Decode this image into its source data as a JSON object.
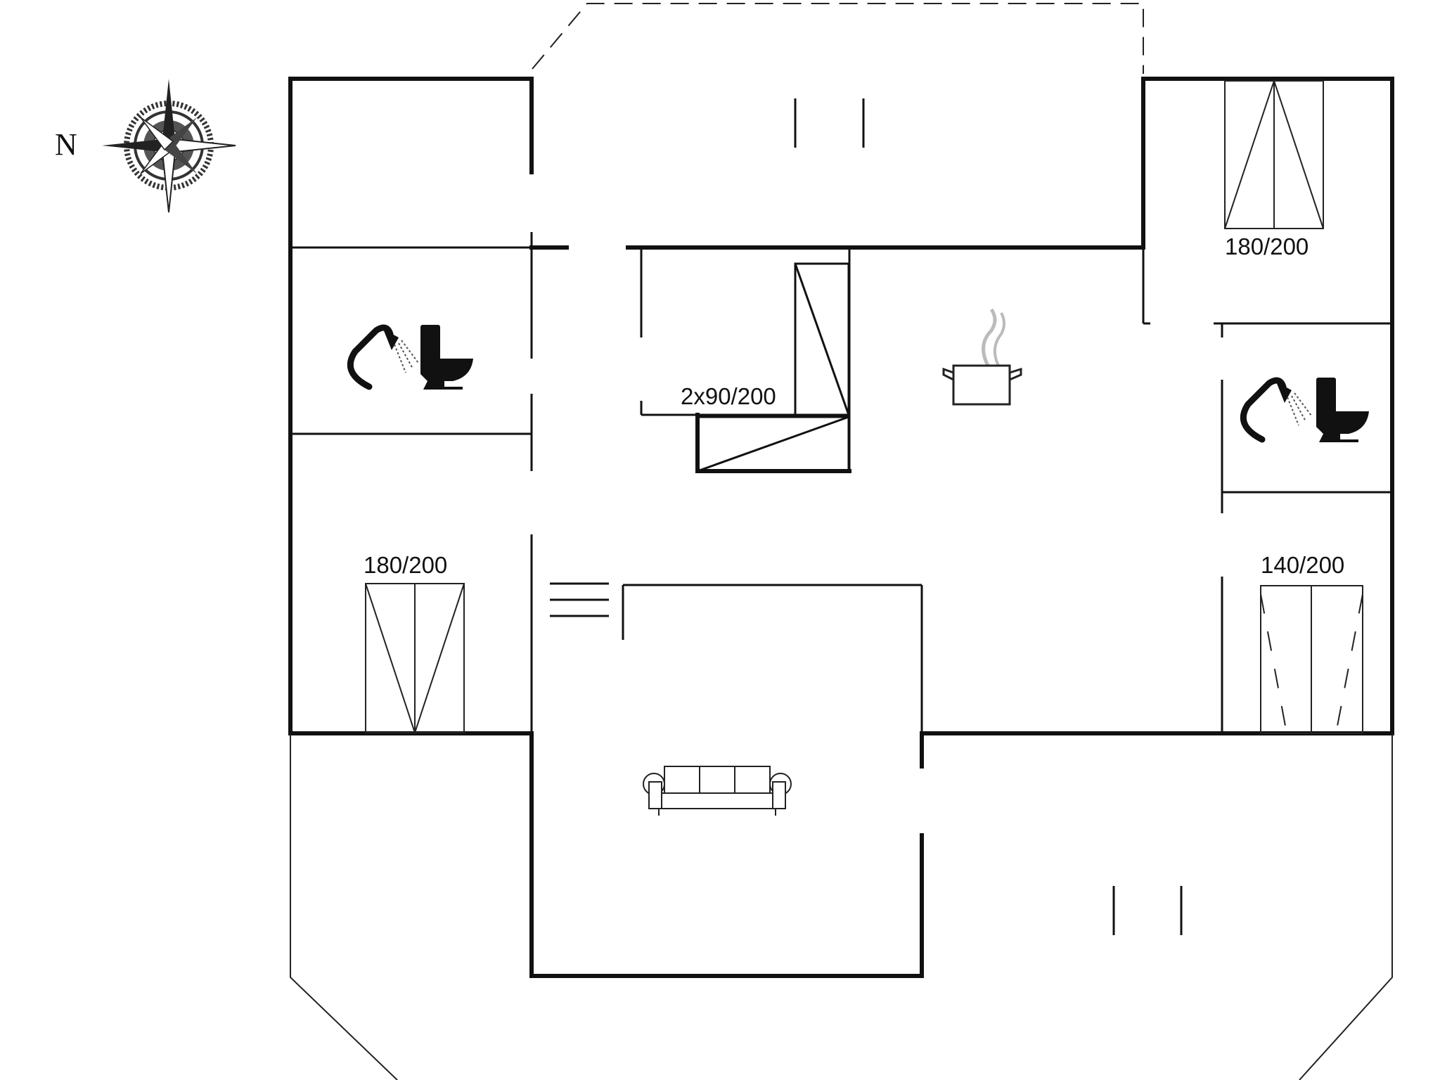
{
  "compass": {
    "north_label": "N"
  },
  "labels": {
    "bed_top_right": "180/200",
    "bed_center": "2x90/200",
    "bed_left": "180/200",
    "bed_right": "140/200"
  },
  "icons": {
    "bathroom_left": [
      "shower-icon",
      "toilet-icon"
    ],
    "bathroom_right": [
      "shower-icon",
      "toilet-icon"
    ],
    "kitchen": "cooking-pot-icon",
    "living_room": "sofa-icon",
    "compass": "compass-rose-icon"
  }
}
